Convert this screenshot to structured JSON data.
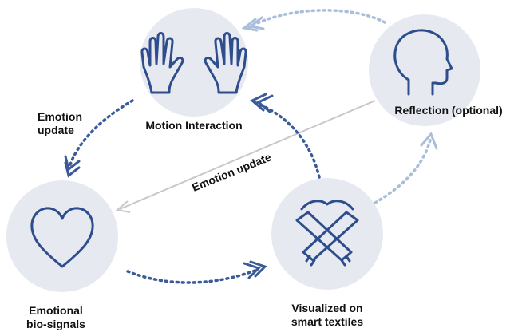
{
  "colors": {
    "node_fill": "#e7e9f1",
    "icon_stroke": "#2d4d8c",
    "arrow_dark": "#3b5b98",
    "arrow_light": "#a9bedb",
    "line_gray": "#c8c8c8"
  },
  "nodes": {
    "motion": {
      "label": "Motion Interaction",
      "icon": "hands-icon"
    },
    "reflection": {
      "label": "Reflection (optional)",
      "icon": "head-profile-icon"
    },
    "emotional": {
      "label_line1": "Emotional",
      "label_line2": "bio-signals",
      "icon": "heart-icon"
    },
    "textiles": {
      "label_line1": "Visualized on",
      "label_line2": "smart textiles",
      "icon": "scarf-icon"
    }
  },
  "edges": {
    "emotion_update_left": {
      "line1": "Emotion",
      "line2": "update"
    },
    "emotion_update_diagonal": {
      "label": "Emotion update"
    }
  }
}
